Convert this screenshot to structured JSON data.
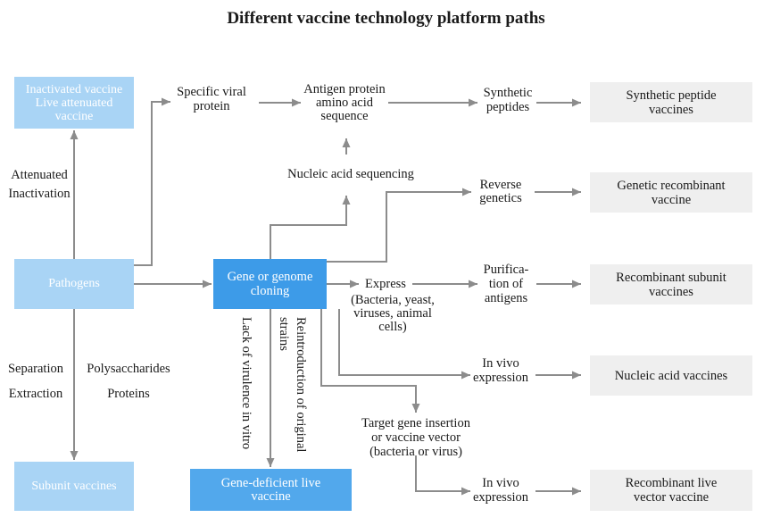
{
  "title": "Different vaccine technology platform paths",
  "colors": {
    "light_box": "#a9d4f5",
    "cloning_box": "#3d9be8",
    "deficient_box": "#52a8ec",
    "result_box": "#efefef",
    "arrow": "#8c8c8c",
    "text": "#1a1a1a",
    "box_text": "#ffffff"
  },
  "nodes": {
    "inactivated_live": {
      "lines": [
        "Inactivated vaccine",
        "Live attenuated",
        "vaccine"
      ]
    },
    "pathogens": {
      "lines": [
        "Pathogens"
      ]
    },
    "subunit": {
      "lines": [
        "Subunit vaccines"
      ]
    },
    "gene_cloning": {
      "lines": [
        "Gene or genome",
        "cloning"
      ]
    },
    "gene_deficient": {
      "lines": [
        "Gene-deficient live",
        "vaccine"
      ]
    },
    "synthetic_peptide_vaccines": {
      "lines": [
        "Synthetic peptide",
        "vaccines"
      ]
    },
    "genetic_recombinant_vaccine": {
      "lines": [
        "Genetic recombinant",
        "vaccine"
      ]
    },
    "recombinant_subunit_vaccines": {
      "lines": [
        "Recombinant subunit",
        "vaccines"
      ]
    },
    "nucleic_acid_vaccines": {
      "lines": [
        "Nucleic acid vaccines"
      ]
    },
    "recombinant_live_vector_vaccine": {
      "lines": [
        "Recombinant live",
        "vector vaccine"
      ]
    }
  },
  "labels": {
    "specific_viral_protein": [
      "Specific viral",
      "protein"
    ],
    "antigen_sequence": [
      "Antigen protein",
      "amino acid",
      "sequence"
    ],
    "synthetic_peptides": [
      "Synthetic",
      "peptides"
    ],
    "nucleic_acid_sequencing": [
      "Nucleic acid sequencing"
    ],
    "reverse_genetics": [
      "Reverse",
      "genetics"
    ],
    "express": [
      "Express"
    ],
    "express_hosts": [
      "(Bacteria, yeast,",
      "viruses, animal",
      "cells)"
    ],
    "purification": [
      "Purifica-",
      "tion of",
      "antigens"
    ],
    "in_vivo_expression_1": [
      "In vivo",
      "expression"
    ],
    "target_gene": [
      "Target gene insertion",
      "or vaccine vector",
      "(bacteria or virus)"
    ],
    "in_vivo_expression_2": [
      "In vivo",
      "expression"
    ],
    "attenuated_inactivation": [
      "Attenuated",
      "Inactivation"
    ],
    "separation_extraction": [
      "Separation",
      "Extraction"
    ],
    "polysaccharides_proteins": [
      "Polysaccharides",
      "Proteins"
    ],
    "lack_of_virulence": [
      "Lack of virulence in vitro"
    ],
    "reintroduction": [
      "Reintroduction of original",
      "strains"
    ]
  }
}
